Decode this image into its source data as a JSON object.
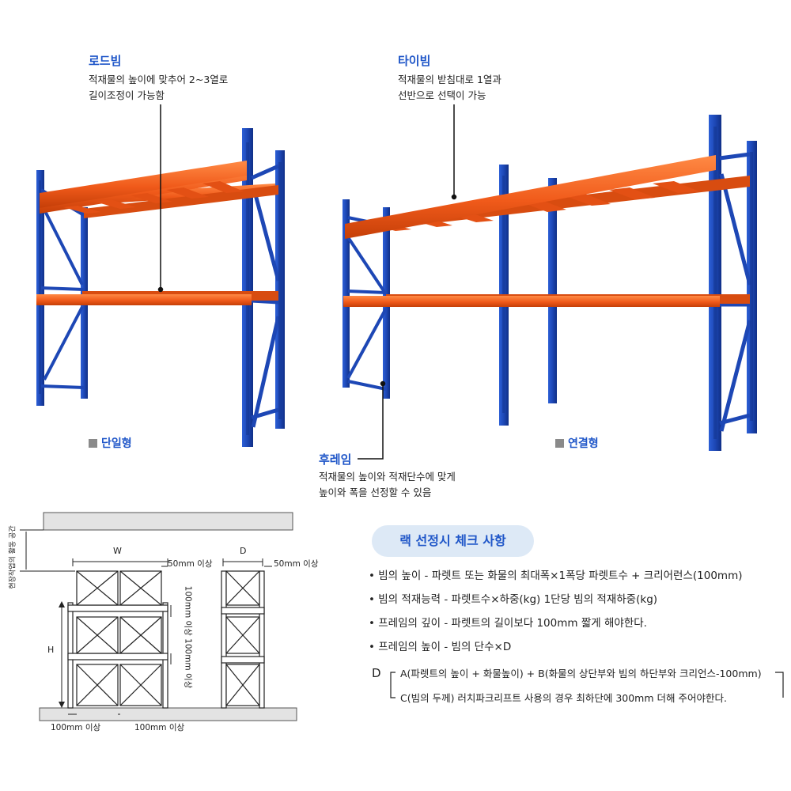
{
  "callouts": {
    "load_beam": {
      "title": "로드빔",
      "desc1": "적재물의 높이에 맞추어 2~3열로",
      "desc2": "길이조정이 가능함"
    },
    "tie_beam": {
      "title": "타이빔",
      "desc1": "적재물의 받침대로 1열과",
      "desc2": "선반으로 선택이 가능"
    },
    "frame": {
      "title": "후레임",
      "desc1": "적재물의 높이와 적재단수에 맞게",
      "desc2": "높이와 폭을 선정할 수 있음"
    }
  },
  "tags": {
    "single": "단일형",
    "connected": "연결형"
  },
  "diagram": {
    "w_label": "W",
    "d_label": "D",
    "h_label": "H",
    "gap_top_1": "50mm 이상",
    "gap_top_2": "50mm 이상",
    "gap_bottom_1": "100mm 이상",
    "gap_bottom_2": "100mm 이상",
    "gap_vertical": "100mm 이상 100mm 이상",
    "side_label": "현장작업의 활동 공간"
  },
  "checklist": {
    "title": "랙 선정시 체크 사항",
    "items": [
      "빔의 높이 - 파렛트 또는 화물의 최대폭×1폭당 파렛트수 + 크리어런스(100mm)",
      "빔의 적재능력 - 파렛트수×하중(kg) 1단당 빔의 적재하중(kg)",
      "프레임의 깊이 - 파렛트의 길이보다 100mm 짧게 해야한다.",
      "프레임의 높이 - 빔의 단수×D"
    ],
    "d_letter": "D",
    "formula_a": "A(파렛트의 높이 + 화물높이) + B(화물의 상단부와 빔의 하단부와 크리언스-100mm)",
    "formula_c": "C(빔의 두께) 러치파크리프트 사용의 경우 최하단에 300mm 더해 주어야한다."
  },
  "colors": {
    "frame_blue": "#1d47b5",
    "beam_orange": "#f05a1a",
    "accent_blue": "#1f56c8",
    "pill_bg": "#dde9f6"
  }
}
